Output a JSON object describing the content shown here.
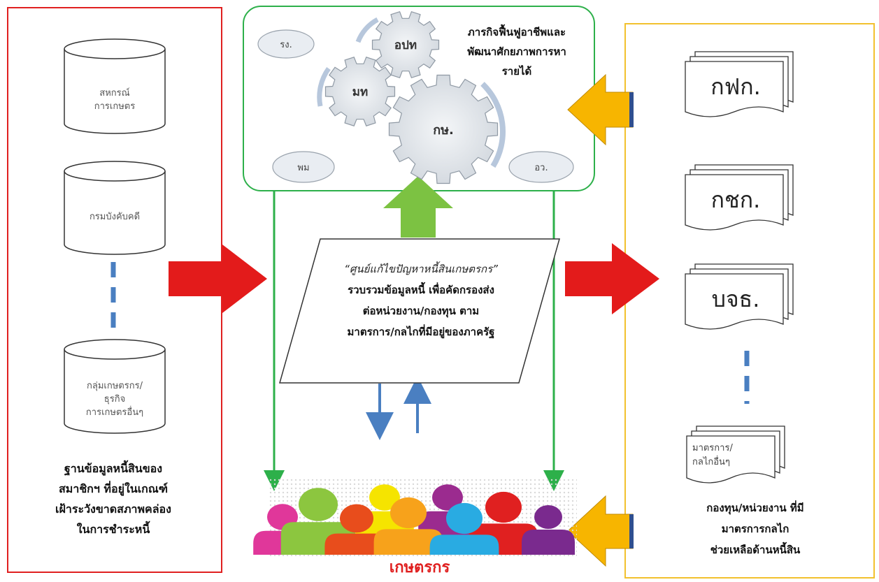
{
  "left_panel": {
    "databases": [
      {
        "lines": [
          "สหกรณ์",
          "การเกษตร"
        ]
      },
      {
        "lines": [
          "กรมบังคับคดี"
        ]
      },
      {
        "lines": [
          "กลุ่มเกษตรกร/",
          "ธุรกิจ",
          "การเกษตรอื่นๆ"
        ]
      }
    ],
    "caption": [
      "ฐานข้อมูลหนี้สินของ",
      "สมาชิกฯ ที่อยู่ในเกณฑ์",
      "เฝ้าระวังขาดสภาพคล่อง",
      "ในการชำระหนี้"
    ]
  },
  "top_panel": {
    "gears": [
      "อปท",
      "มท",
      "กษ."
    ],
    "ovals": [
      "รง.",
      "พม",
      "อว."
    ],
    "caption": [
      "ภารกิจฟื้นฟูอาชีพและ",
      "พัฒนาศักยภาพการหา",
      "รายได้"
    ]
  },
  "center": {
    "title": "“ศูนย์แก้ไขปัญหาหนี้สินเกษตรกร”",
    "lines": [
      "รวบรวมข้อมูลหนี้ เพื่อคัดกรองส่ง",
      "ต่อหน่วยงาน/กองทุน ตาม",
      "มาตรการ/กลไกที่มีอยู่ของภาครัฐ"
    ]
  },
  "right_panel": {
    "docs": [
      "กฟก.",
      "กชก.",
      "บจธ."
    ],
    "doc_other": [
      "มาตรการ/",
      "กลไกอื่นๆ"
    ],
    "caption": [
      "กองทุน/หน่วยงาน ที่มี",
      "มาตรการกลไก",
      "ช่วยเหลือด้านหนี้สิน"
    ]
  },
  "farmers": {
    "label": "เกษตรกร"
  },
  "colors": {
    "red": "#e02020",
    "green": "#2db04a",
    "yellow": "#f2c12e",
    "orange_arrow": "#f7b500",
    "green_arrow": "#7cc242",
    "blue_arrow": "#4a7fc1",
    "dash_blue": "#4a7fc1"
  }
}
